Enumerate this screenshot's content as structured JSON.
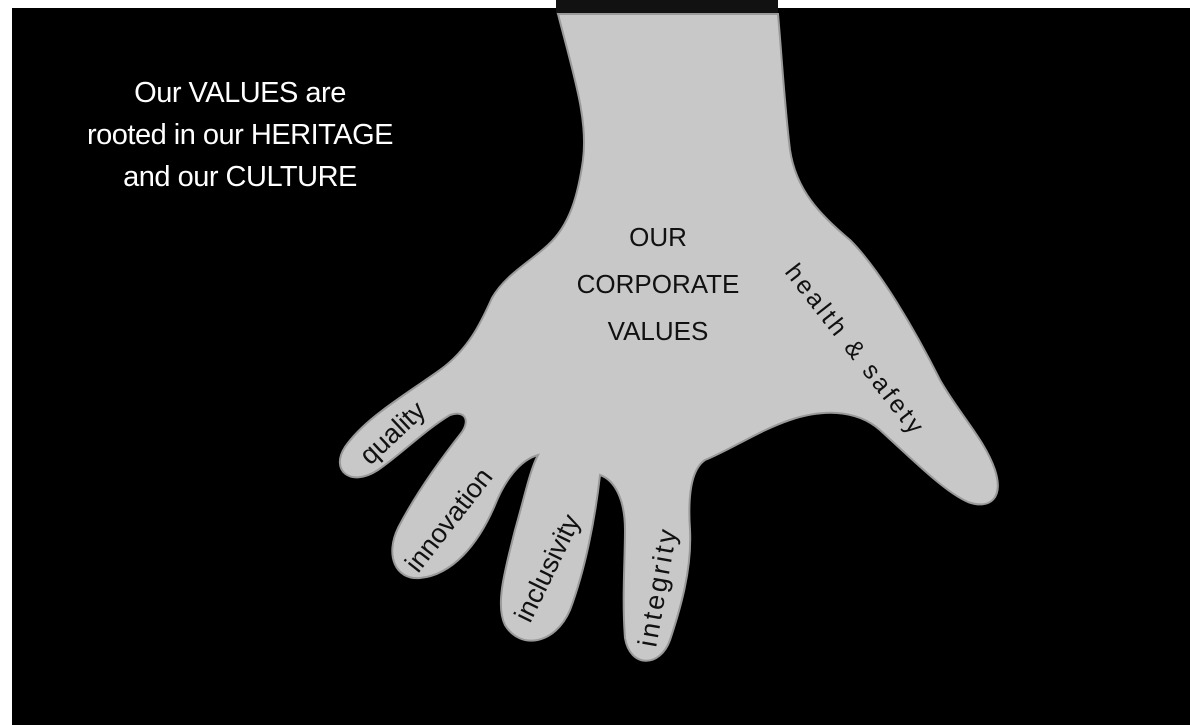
{
  "colors": {
    "page": "#ffffff",
    "background": "#000000",
    "hand": "#c8c8c8",
    "hand_stroke": "#9a9a9a",
    "cuff": "#111111",
    "heading_text": "#ffffff",
    "label_text": "#111111"
  },
  "heading": {
    "lines": [
      "Our VALUES are",
      "rooted in our HERITAGE",
      "and our CULTURE"
    ]
  },
  "palm": {
    "lines": [
      "OUR",
      "CORPORATE",
      "VALUES"
    ]
  },
  "fingers": {
    "quality": "quality",
    "innovation": "innovation",
    "inclusivity": "inclusivity",
    "integrity": "integrity",
    "health_safety": "health & safety"
  }
}
